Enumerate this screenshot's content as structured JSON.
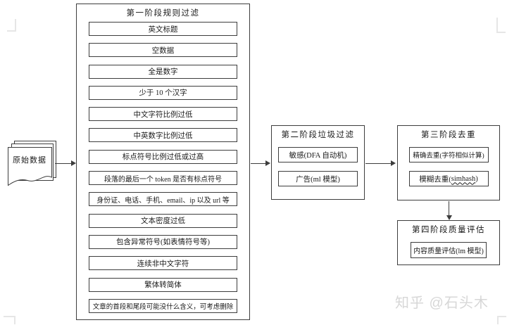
{
  "diagram": {
    "source": {
      "label": "原始数据"
    },
    "stage1": {
      "title": "第一阶段规则过滤",
      "items": [
        "英文标题",
        "空数据",
        "全是数字",
        "少于 10 个汉字",
        "中文字符比例过低",
        "中英数字比例过低",
        "标点符号比例过低或过高",
        "段落的最后一个 token 是否有标点符号",
        "身份证、电话、手机、email、ip 以及 url 等",
        "文本密度过低",
        "包含异常符号(如表情符号等)",
        "连续非中文字符",
        "繁体转简体",
        "文章的首段和尾段可能没什么含义，可考虑删除"
      ]
    },
    "stage2": {
      "title": "第二阶段垃圾过滤",
      "items": [
        "敏感(DFA 自动机)",
        "广告(ml 模型)"
      ]
    },
    "stage3": {
      "title": "第三阶段去重",
      "items": [
        {
          "text": "精确去重(字符相似计算)"
        },
        {
          "pre": "模糊去重(",
          "underlined": "simhash",
          "post": ")"
        }
      ]
    },
    "stage4": {
      "title": "第四阶段质量评估",
      "items": [
        "内容质量评估(lm 模型)"
      ]
    }
  },
  "watermark": "知乎 @石头木",
  "colors": {
    "line": "#3d3d3d",
    "text": "#1a1a1a",
    "watermark": "#d7d7d7",
    "crop_mark": "#e6e6e6"
  }
}
